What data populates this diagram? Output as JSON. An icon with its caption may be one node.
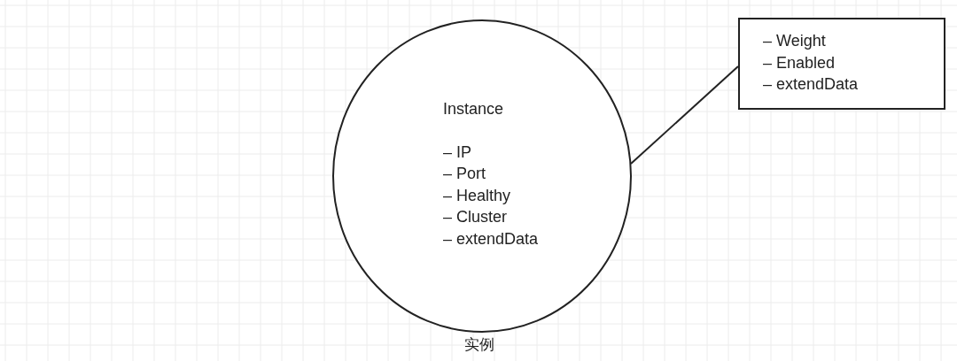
{
  "diagram": {
    "nodes": [
      {
        "text": [
          "Instance",
          "– IP",
          "– Port",
          "– Healthy",
          "– Cluster",
          "– extendData"
        ],
        "beside": [
          "实例"
        ]
      },
      {
        "text": [
          "– Weight",
          "– Enabled",
          "– extendData"
        ]
      }
    ],
    "edges": [
      {
        "from": 0,
        "to": 1,
        "arrow": "none"
      }
    ]
  }
}
